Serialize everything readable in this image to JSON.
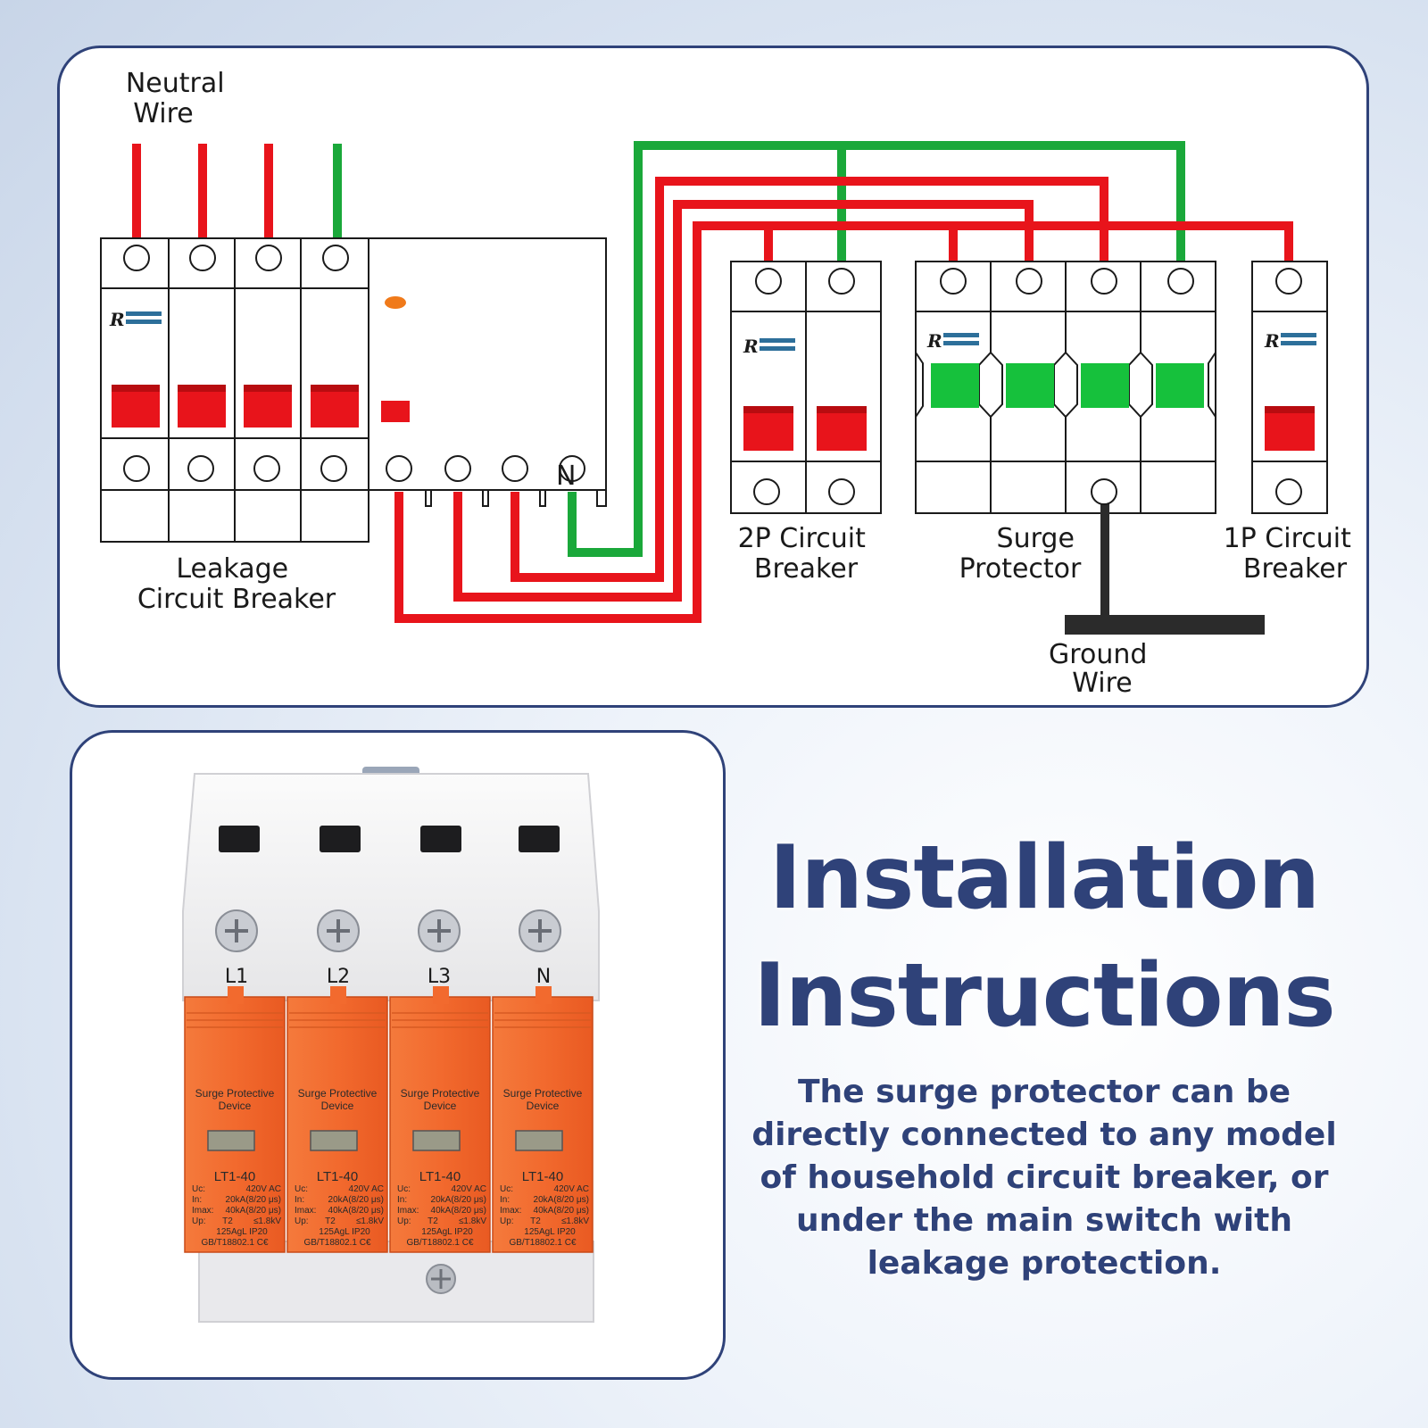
{
  "diagram": {
    "neutral_wire": [
      "Neutral",
      "Wire"
    ],
    "leakage_breaker": [
      "Leakage",
      "Circuit Breaker"
    ],
    "two_pole_breaker": [
      "2P Circuit",
      "Breaker"
    ],
    "surge_protector": [
      "Surge",
      "Protector"
    ],
    "one_pole_breaker": [
      "1P Circuit",
      "Breaker"
    ],
    "ground_wire": [
      "Ground",
      "Wire"
    ],
    "n_terminal": "N"
  },
  "device": {
    "terminals": [
      "L1",
      "L2",
      "L3",
      "N"
    ],
    "module_title": [
      "Surge Protective",
      "Device"
    ],
    "model": "LT1-40",
    "specs": [
      [
        "Uc:",
        "420V AC"
      ],
      [
        "In:",
        "20kA(8/20 μs)"
      ],
      [
        "Imax:",
        "40kA(8/20 μs)"
      ],
      [
        "Up:",
        "≤1.8kV"
      ]
    ],
    "class_badge": "T2",
    "fuse_rating": "125AgL IP20",
    "standard": "GB/T18802.1 C€"
  },
  "headline": [
    "Installation",
    "Instructions"
  ],
  "description": "The surge protector can be directly connected to any model of household circuit breaker, or under the main switch with leakage protection.",
  "colors": {
    "accent": "#2f4279",
    "live_wire": "#e8141b",
    "ground_wire": "#1aa83a",
    "spd_orange": "#f26a2e",
    "surge_window": "#16c13c"
  }
}
